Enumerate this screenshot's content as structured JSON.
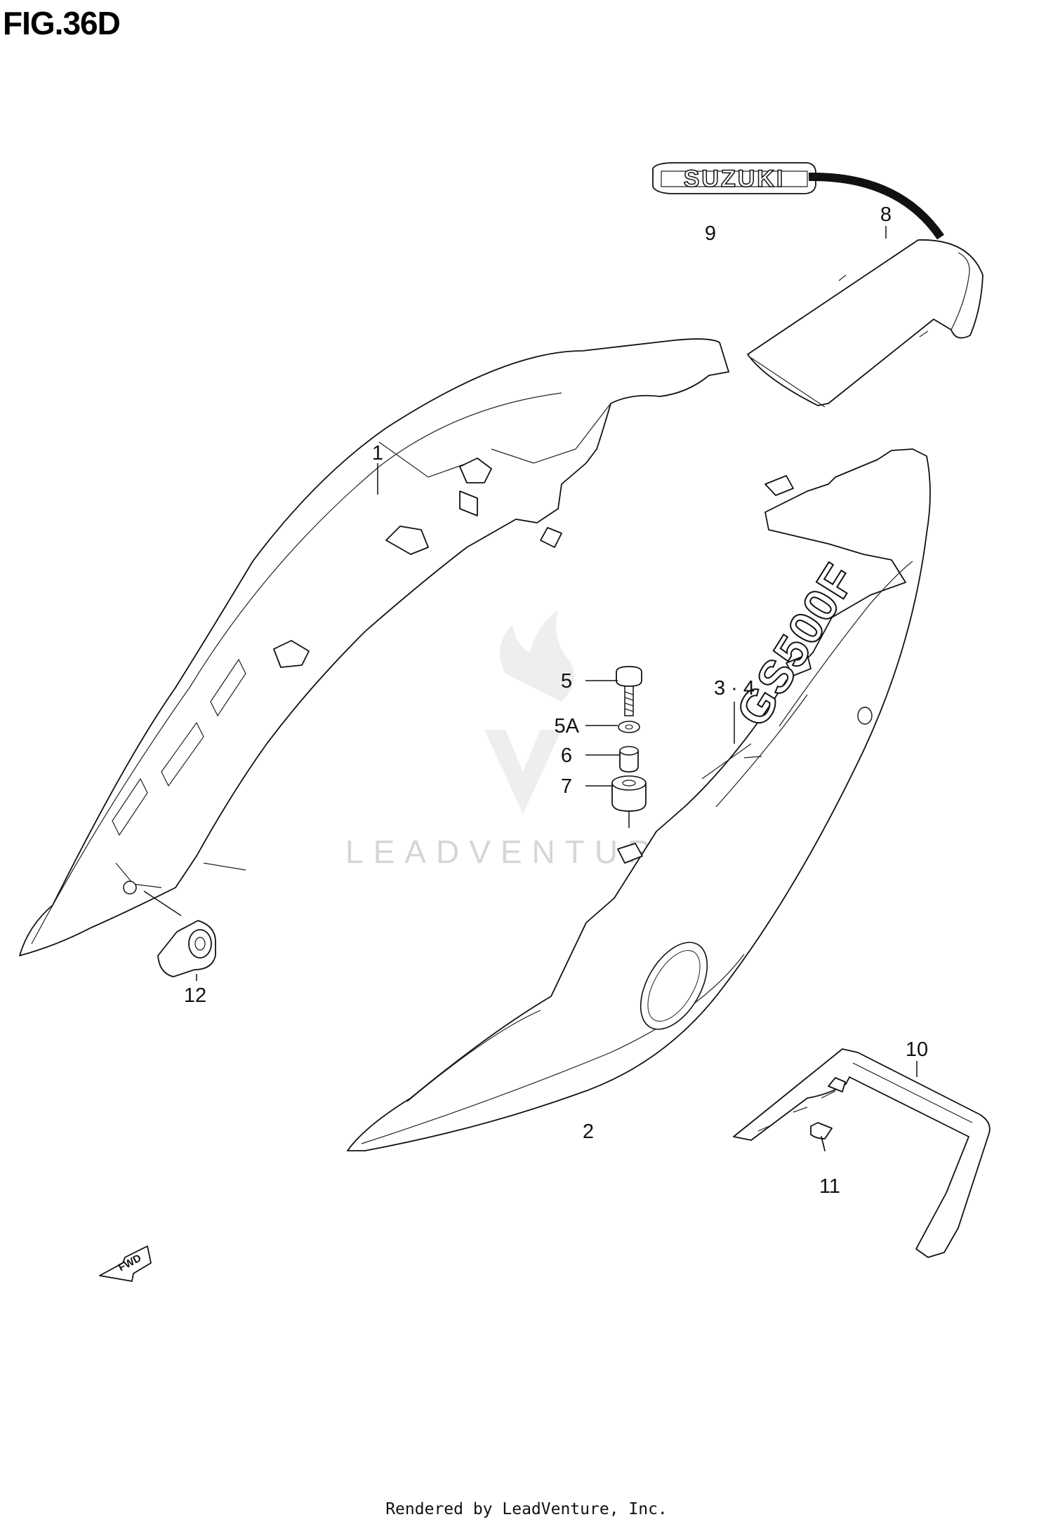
{
  "figure": {
    "title": "FIG.36D"
  },
  "labels": {
    "p1": "1",
    "p2": "2",
    "p34": "3 · 4",
    "p5": "5",
    "p5a": "5A",
    "p6": "6",
    "p7": "7",
    "p8": "8",
    "p9": "9",
    "p10": "10",
    "p11": "11",
    "p12": "12"
  },
  "decals": {
    "brand": "SUZUKI",
    "model": "GS500F",
    "fwd": "FWD"
  },
  "watermark": {
    "text": "LEADVENTURE"
  },
  "footer": {
    "text": "Rendered by LeadVenture, Inc."
  }
}
